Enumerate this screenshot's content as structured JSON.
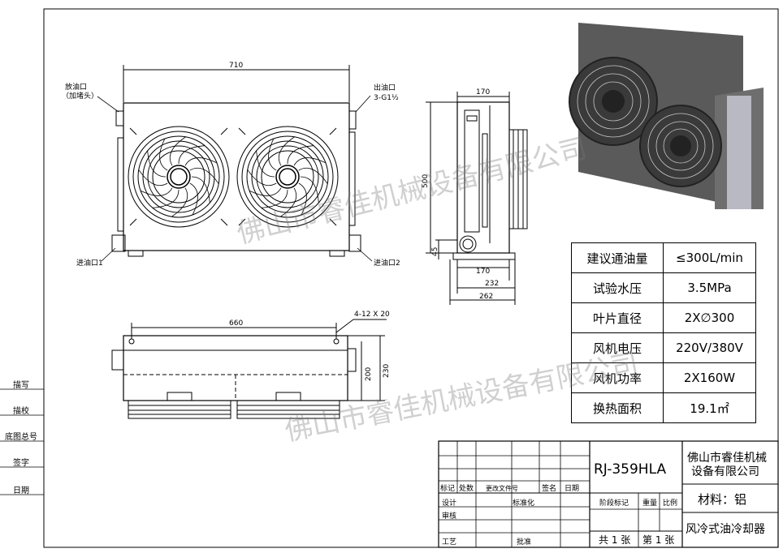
{
  "front_view": {
    "width_dim": "710",
    "drain_label": "放油口",
    "drain_sub": "（加堵头）",
    "outlet_label": "出油口",
    "outlet_sub": "3-G1½",
    "inlet1": "进油口1",
    "inlet2": "进油口2"
  },
  "side_view": {
    "dim_top": "170",
    "dim_height": "500",
    "dim_45": "45",
    "dim_170b": "170",
    "dim_232": "232",
    "dim_262": "262"
  },
  "top_view": {
    "dim_660": "660",
    "holes": "4-12 X 20",
    "dim_200": "200",
    "dim_230": "230"
  },
  "specs": [
    {
      "key": "建议通油量",
      "value": "≤300L/min"
    },
    {
      "key": "试验水压",
      "value": "3.5MPa"
    },
    {
      "key": "叶片直径",
      "value": "2X∅300"
    },
    {
      "key": "风机电压",
      "value": "220V/380V"
    },
    {
      "key": "风机功率",
      "value": "2X160W"
    },
    {
      "key": "换热面积",
      "value": "19.1㎡"
    }
  ],
  "side_labels": [
    "描写",
    "描校",
    "底图总号",
    "签字",
    "日期"
  ],
  "title_block": {
    "model": "RJ-359HLA",
    "company": "佛山市睿佳机械设备有限公司",
    "company_l1": "佛山市睿佳机械",
    "company_l2": "设备有限公司",
    "material": "材料：铝",
    "product": "风冷式油冷却器",
    "sheets_total": "共 1 张",
    "sheet_no": "第 1 张",
    "hdr_mark": "标记",
    "hdr_count": "处数",
    "hdr_doc": "更改文件号",
    "hdr_sign": "签名",
    "hdr_date": "日期",
    "design": "设计",
    "standardize": "标准化",
    "review": "审核",
    "process": "工艺",
    "approve": "批准",
    "stage": "阶段标记",
    "weight": "重量",
    "scale": "比例"
  },
  "watermark": "佛山市睿佳机械设备有限公司"
}
